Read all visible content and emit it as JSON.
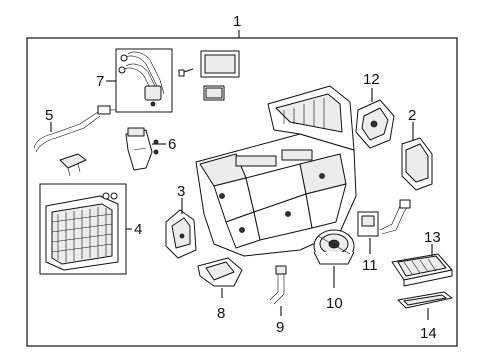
{
  "diagram": {
    "callouts": [
      "1",
      "2",
      "3",
      "4",
      "5",
      "6",
      "7",
      "8",
      "9",
      "10",
      "11",
      "12",
      "13",
      "14"
    ],
    "parts": [
      {
        "callout": "1",
        "icon": "hvac-assembly-outline"
      },
      {
        "callout": "2",
        "icon": "duct-elbow"
      },
      {
        "callout": "3",
        "icon": "actuator-bracket"
      },
      {
        "callout": "4",
        "icon": "evaporator-core"
      },
      {
        "callout": "5",
        "icon": "temperature-sensor"
      },
      {
        "callout": "6",
        "icon": "expansion-valve"
      },
      {
        "callout": "7",
        "icon": "pipe-set"
      },
      {
        "callout": "8",
        "icon": "duct-panel"
      },
      {
        "callout": "9",
        "icon": "drain-hose"
      },
      {
        "callout": "10",
        "icon": "blower-motor"
      },
      {
        "callout": "11",
        "icon": "resistor"
      },
      {
        "callout": "12",
        "icon": "servo-motor"
      },
      {
        "callout": "13",
        "icon": "cabin-air-filter"
      },
      {
        "callout": "14",
        "icon": "filter-cover"
      }
    ]
  }
}
